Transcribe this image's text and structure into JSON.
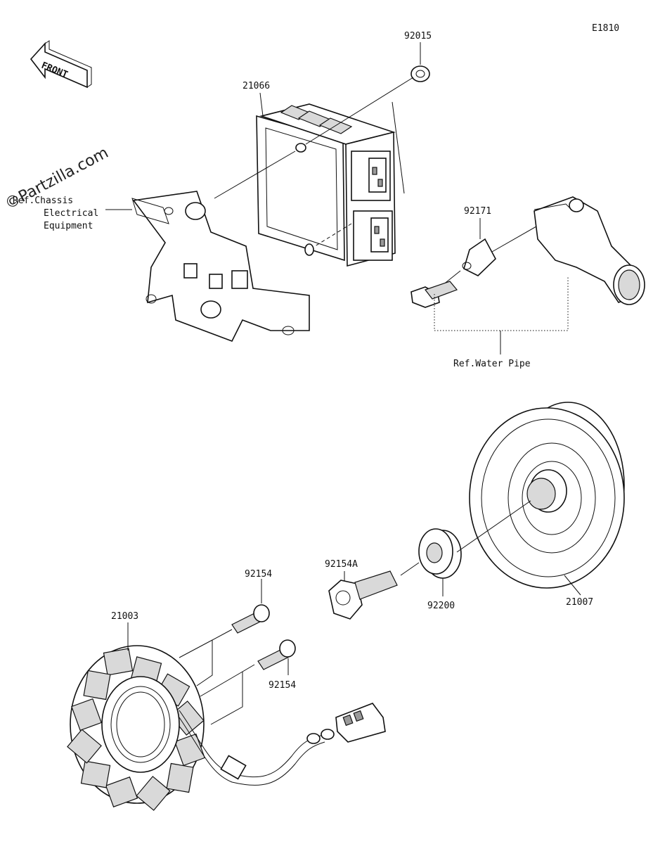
{
  "diagram_code": "E1810",
  "watermark": "©Partzilla.com",
  "front_label": "FRONT",
  "parts": {
    "p92015": "92015",
    "p21066": "21066",
    "p92171": "92171",
    "p92154a": "92154A",
    "p92200": "92200",
    "p21007": "21007",
    "p92154_top": "92154",
    "p92154_bottom": "92154",
    "p21003": "21003"
  },
  "refs": {
    "chassis_line1": "Ref.Chassis",
    "chassis_line2": "Electrical",
    "chassis_line3": "Equipment",
    "water_pipe": "Ref.Water Pipe"
  }
}
